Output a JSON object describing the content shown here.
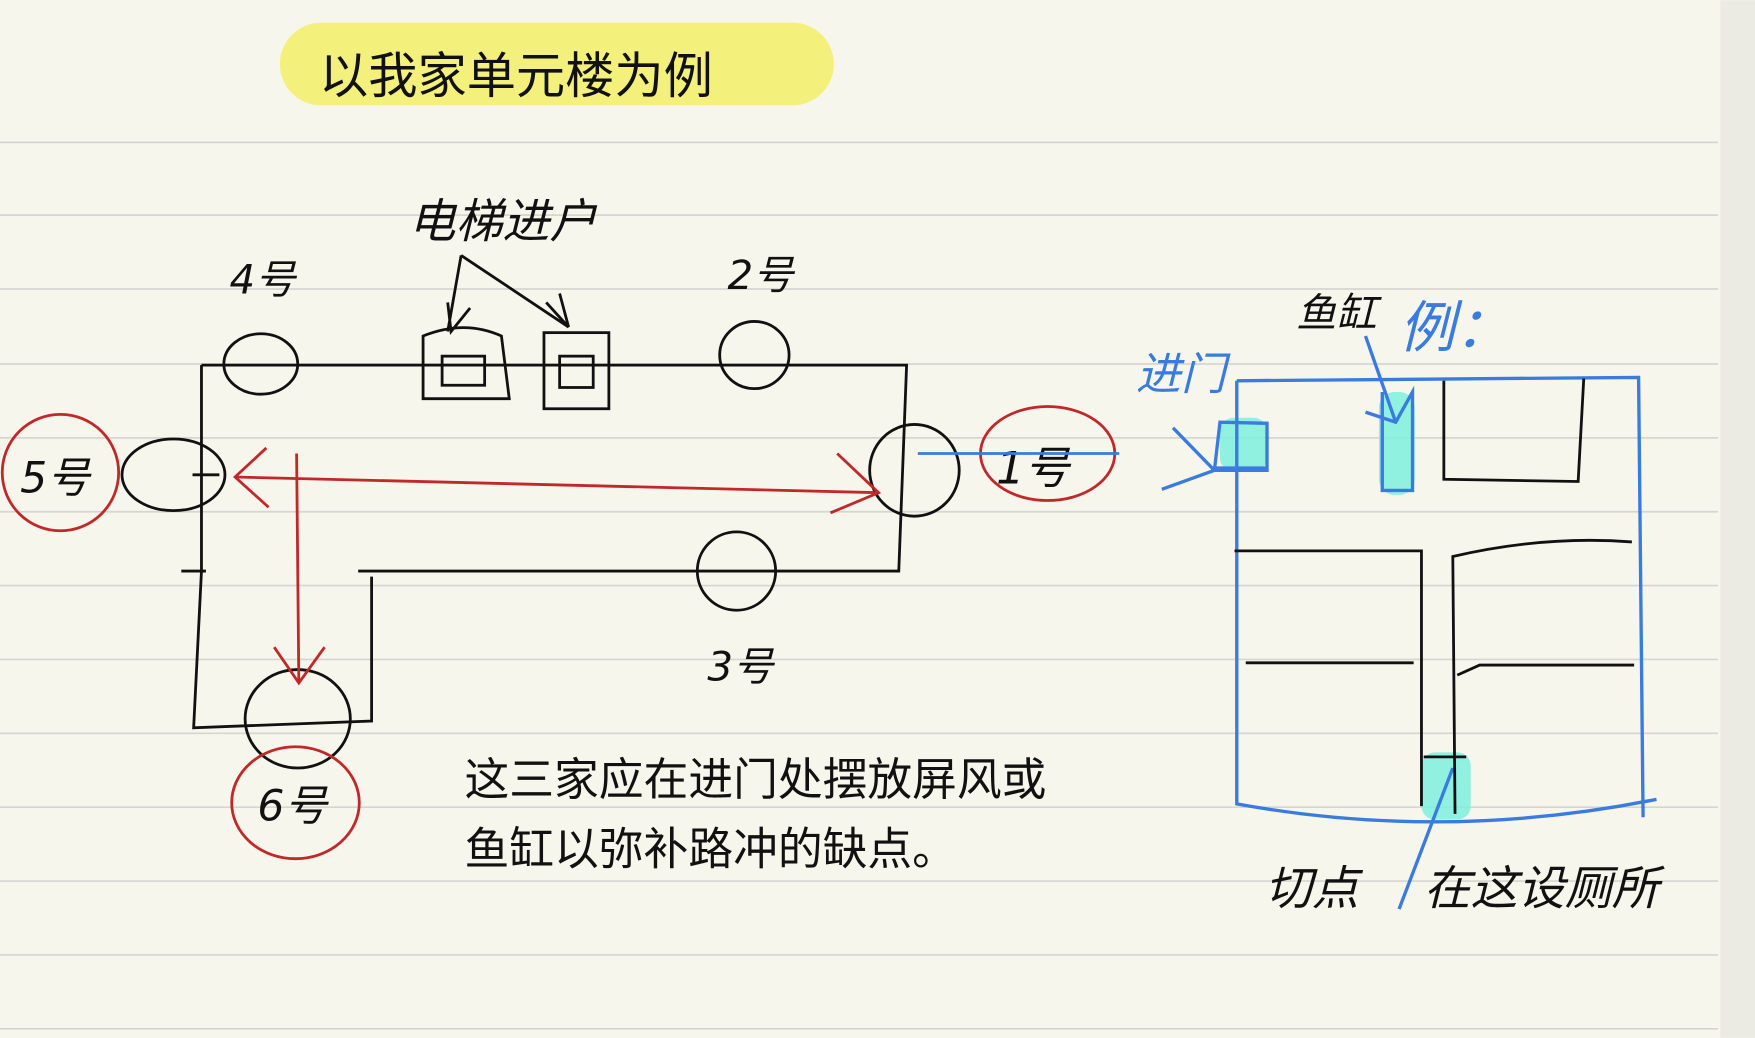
{
  "title": "以我家单元楼为例",
  "left_diagram": {
    "elevator_label": "电梯进户",
    "units": {
      "u1": "1号",
      "u2": "2号",
      "u3": "3号",
      "u4": "4号",
      "u5": "5号",
      "u6": "6号"
    },
    "note_line1": "这三家应在进门处摆放屏风或",
    "note_line2": "鱼缸以弥补路冲的缺点。"
  },
  "right_diagram": {
    "example_label": "例：",
    "entrance_label": "进门",
    "fish_tank_label": "鱼缸",
    "bottom_label_a": "切点",
    "bottom_label_b": "在这设厕所"
  },
  "colors": {
    "paper": "#f7f6ec",
    "rule": "#d6d6d0",
    "highlight": "#f4f07c",
    "red": "#c0282a",
    "blue": "#3a7be0",
    "cyan": "#7ff0de"
  }
}
